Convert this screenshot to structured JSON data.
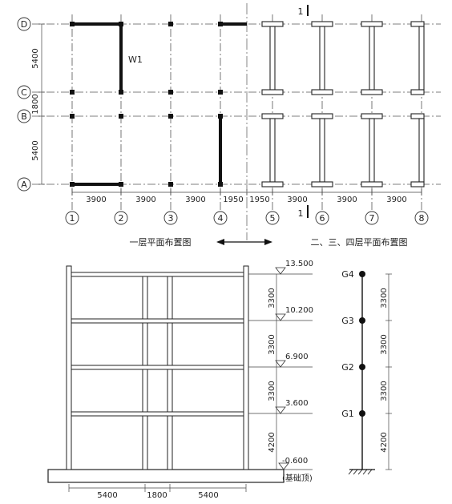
{
  "plan": {
    "grid_rows": [
      "D",
      "C",
      "B",
      "A"
    ],
    "grid_cols": [
      "1",
      "2",
      "3",
      "4",
      "5",
      "6",
      "7",
      "8"
    ],
    "row_spacings": [
      "5400",
      "1800",
      "5400"
    ],
    "col_spacings": [
      "3900",
      "3900",
      "3900",
      "1950",
      "1950",
      "3900",
      "3900",
      "3900"
    ],
    "wall_label": "W1",
    "section_mark": "1",
    "caption_left": "一层平面布置图",
    "caption_right": "二、三、四层平面布置图"
  },
  "elevation": {
    "levels": [
      "13.500",
      "10.200",
      "6.900",
      "3.600",
      "-0.600"
    ],
    "foundation_note": "(基础顶)",
    "story_heights": [
      "3300",
      "3300",
      "3300",
      "4200"
    ],
    "bay_widths": [
      "5400",
      "1800",
      "5400"
    ]
  },
  "stick_model": {
    "masses": [
      "G4",
      "G3",
      "G2",
      "G1"
    ],
    "story_heights": [
      "3300",
      "3300",
      "3300",
      "4200"
    ]
  }
}
